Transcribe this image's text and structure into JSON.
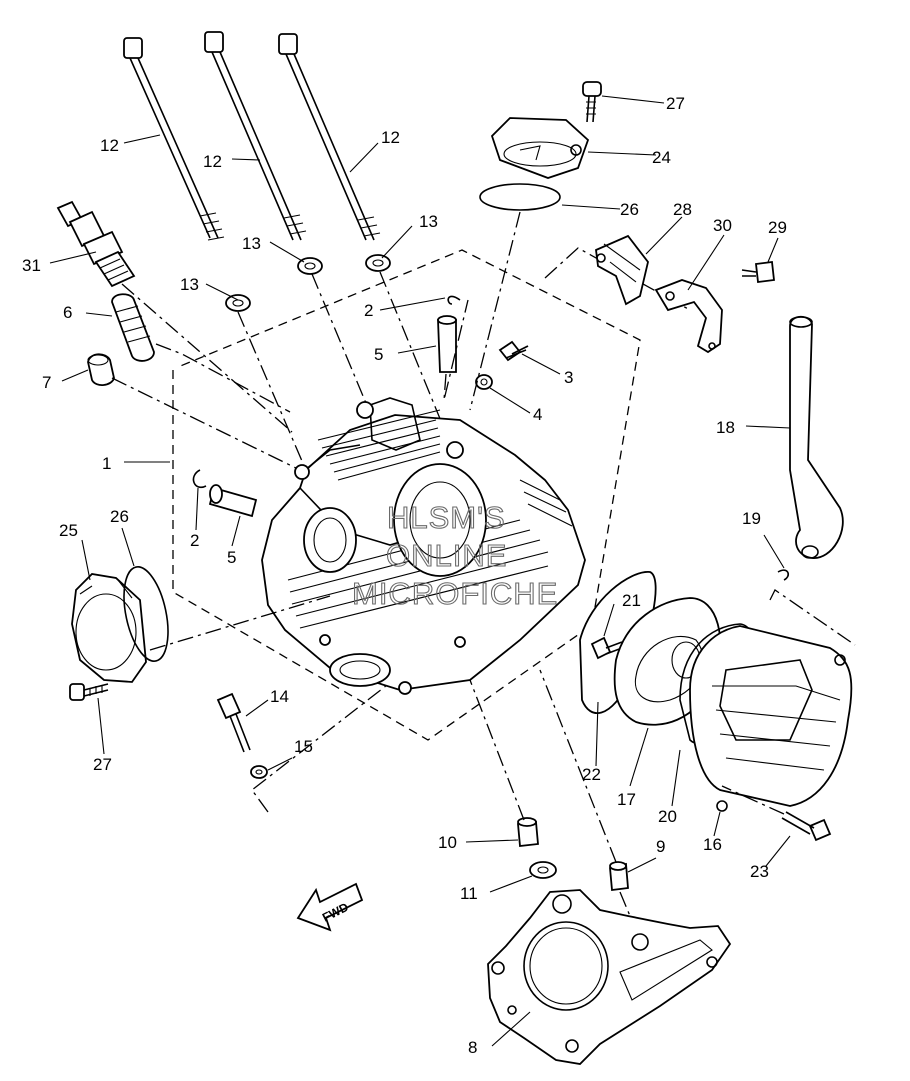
{
  "watermark": {
    "line1": "HLSM'S",
    "line2": "ONLINE",
    "line3": "MICROFICHE"
  },
  "direction_label": "FWD",
  "callouts": {
    "c1": "1",
    "c2a": "2",
    "c2b": "2",
    "c3": "3",
    "c4": "4",
    "c5a": "5",
    "c5b": "5",
    "c6": "6",
    "c7": "7",
    "c8": "8",
    "c9": "9",
    "c10": "10",
    "c11": "11",
    "c12a": "12",
    "c12b": "12",
    "c12c": "12",
    "c13a": "13",
    "c13b": "13",
    "c13c": "13",
    "c14": "14",
    "c15": "15",
    "c16": "16",
    "c17": "17",
    "c18": "18",
    "c19": "19",
    "c20": "20",
    "c21": "21",
    "c22": "22",
    "c23": "23",
    "c24": "24",
    "c25": "25",
    "c26a": "26",
    "c26b": "26",
    "c27a": "27",
    "c27b": "27",
    "c28": "28",
    "c29": "29",
    "c30": "30",
    "c31": "31"
  },
  "colors": {
    "line": "#000000",
    "background": "#ffffff",
    "watermark": "#6a6a6a"
  }
}
